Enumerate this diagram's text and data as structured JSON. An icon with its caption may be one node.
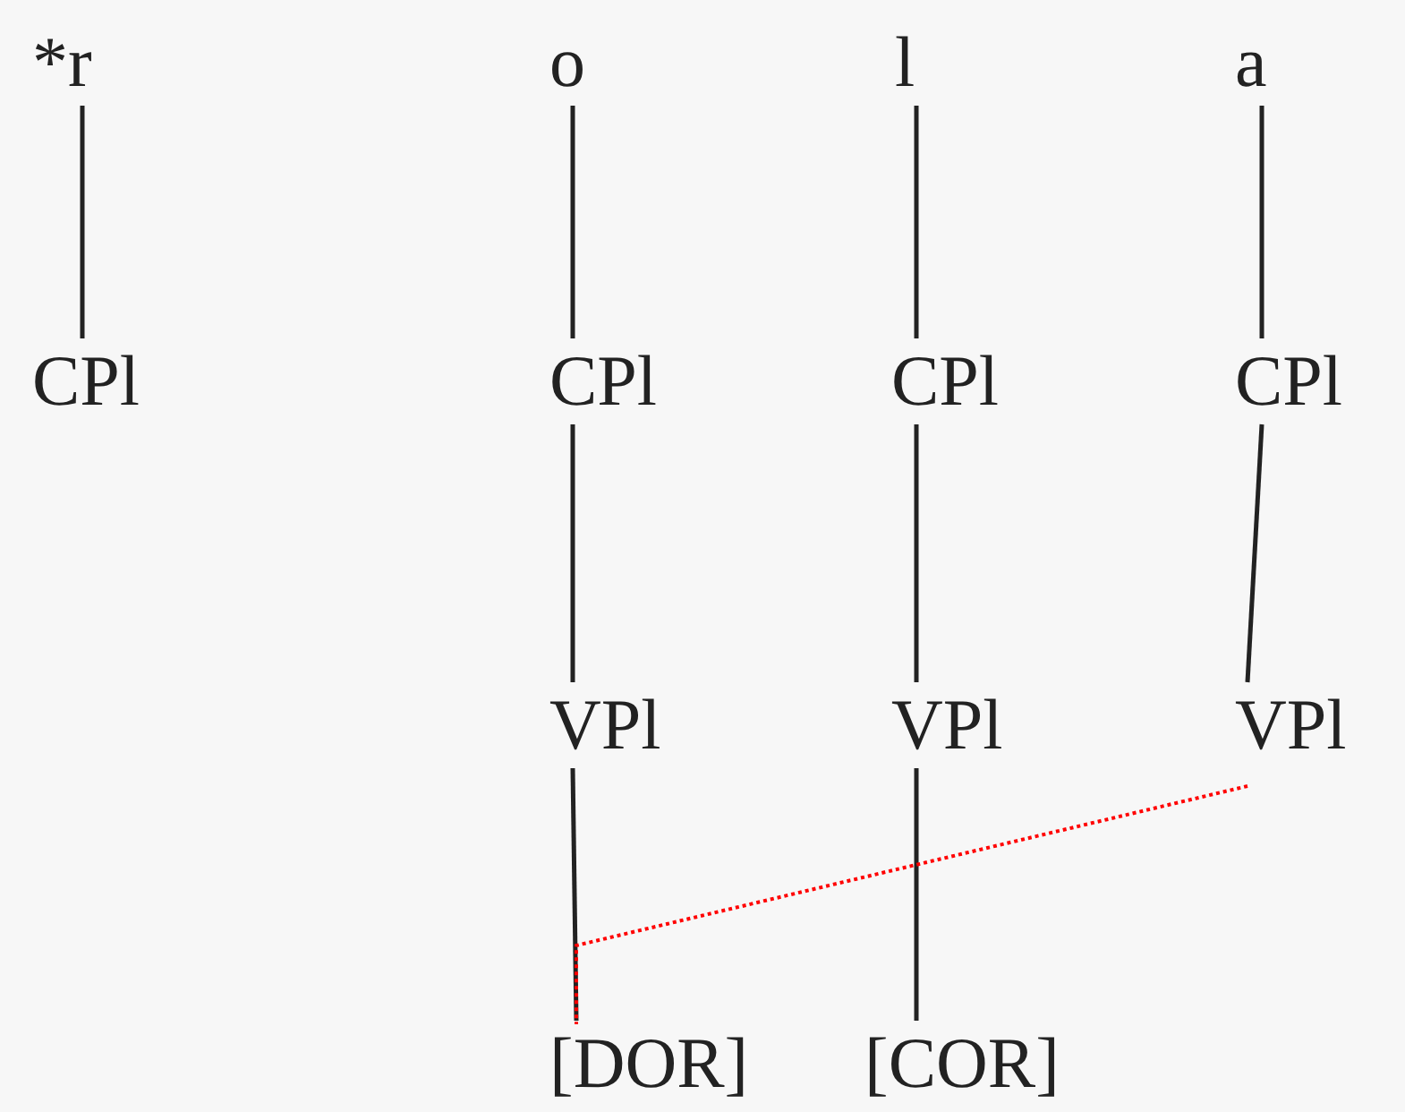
{
  "diagram": {
    "nodes": [
      {
        "text": [
          "*r"
        ]
      },
      {
        "text": [
          "o"
        ]
      },
      {
        "text": [
          "l"
        ]
      },
      {
        "text": [
          "a"
        ]
      },
      {
        "text": [
          "CPl"
        ]
      },
      {
        "text": [
          "CPl"
        ]
      },
      {
        "text": [
          "CPl"
        ]
      },
      {
        "text": [
          "CPl"
        ]
      },
      {
        "text": [
          "VPl"
        ]
      },
      {
        "text": [
          "VPl"
        ]
      },
      {
        "text": [
          "VPl"
        ]
      },
      {
        "text": [
          "[DOR]"
        ]
      },
      {
        "text": [
          "[COR]"
        ]
      }
    ],
    "edges": [
      {
        "from": 0,
        "to": 4,
        "arrow": "none"
      },
      {
        "from": 1,
        "to": 5,
        "arrow": "none"
      },
      {
        "from": 2,
        "to": 6,
        "arrow": "none"
      },
      {
        "from": 3,
        "to": 7,
        "arrow": "none"
      },
      {
        "from": 5,
        "to": 8,
        "arrow": "none"
      },
      {
        "from": 6,
        "to": 9,
        "arrow": "none"
      },
      {
        "from": 7,
        "to": 10,
        "arrow": "none"
      },
      {
        "from": 8,
        "to": 11,
        "arrow": "none"
      },
      {
        "from": 9,
        "to": 12,
        "arrow": "none"
      },
      {
        "from": 10,
        "to": 11,
        "arrow": "none",
        "style": "dashed",
        "color": "#ff0000"
      }
    ]
  }
}
